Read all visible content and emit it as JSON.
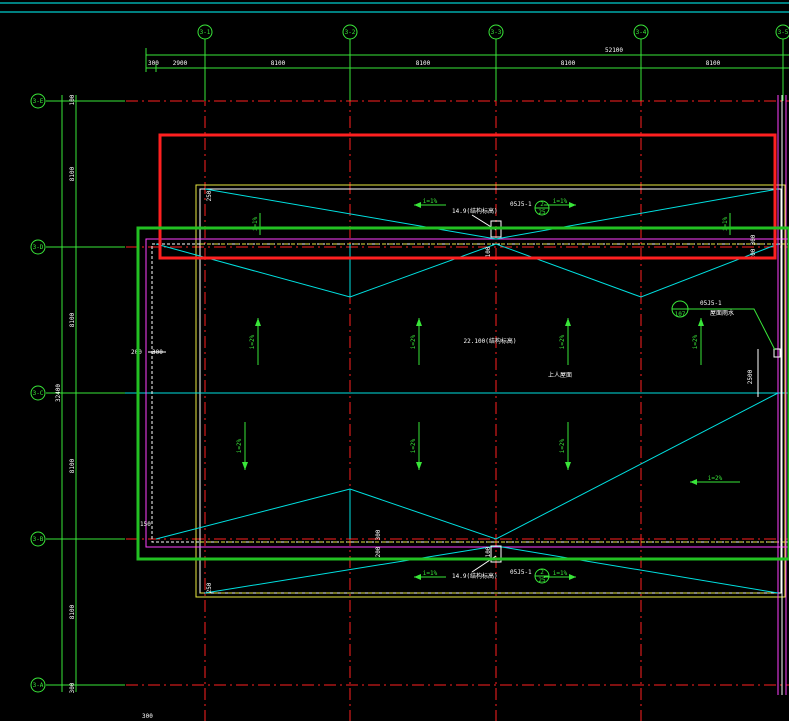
{
  "grid": {
    "columns": [
      "3-1",
      "3-2",
      "3-3",
      "3-4",
      "3-5"
    ],
    "rows": [
      "3-E",
      "3-D",
      "3-C",
      "3-B",
      "3-A"
    ]
  },
  "dims": {
    "total_top": "52100",
    "top_left": "300",
    "top_first": "2900",
    "top_bays": [
      "8100",
      "8100",
      "8100",
      "8100"
    ],
    "left_top": "100",
    "left_bays": [
      "8100",
      "8100",
      "8100",
      "8100"
    ],
    "left_total": "32400",
    "left_bottom": "300",
    "bottom_left": "300"
  },
  "labels": {
    "gutter_top": "14.9(结构标高)",
    "gutter_bottom": "14.9(结构标高)",
    "detail_ref_top": "05J5-1",
    "detail_ref_bottom": "05J5-1",
    "detail_num": "2",
    "detail_page": "25",
    "roof_main": "22.100(结构标高)",
    "roof_access": "上人屋面",
    "side_detail_ref": "05J5-1",
    "side_detail_num": "107",
    "side_note": "屋面雨水",
    "slope": "i=2%",
    "slope_small": "i=1%",
    "dim_250": "250",
    "dim_200": "200",
    "dim_150": "150",
    "dim_300": "300",
    "dim_100": "100",
    "dim_2500": "2500"
  }
}
